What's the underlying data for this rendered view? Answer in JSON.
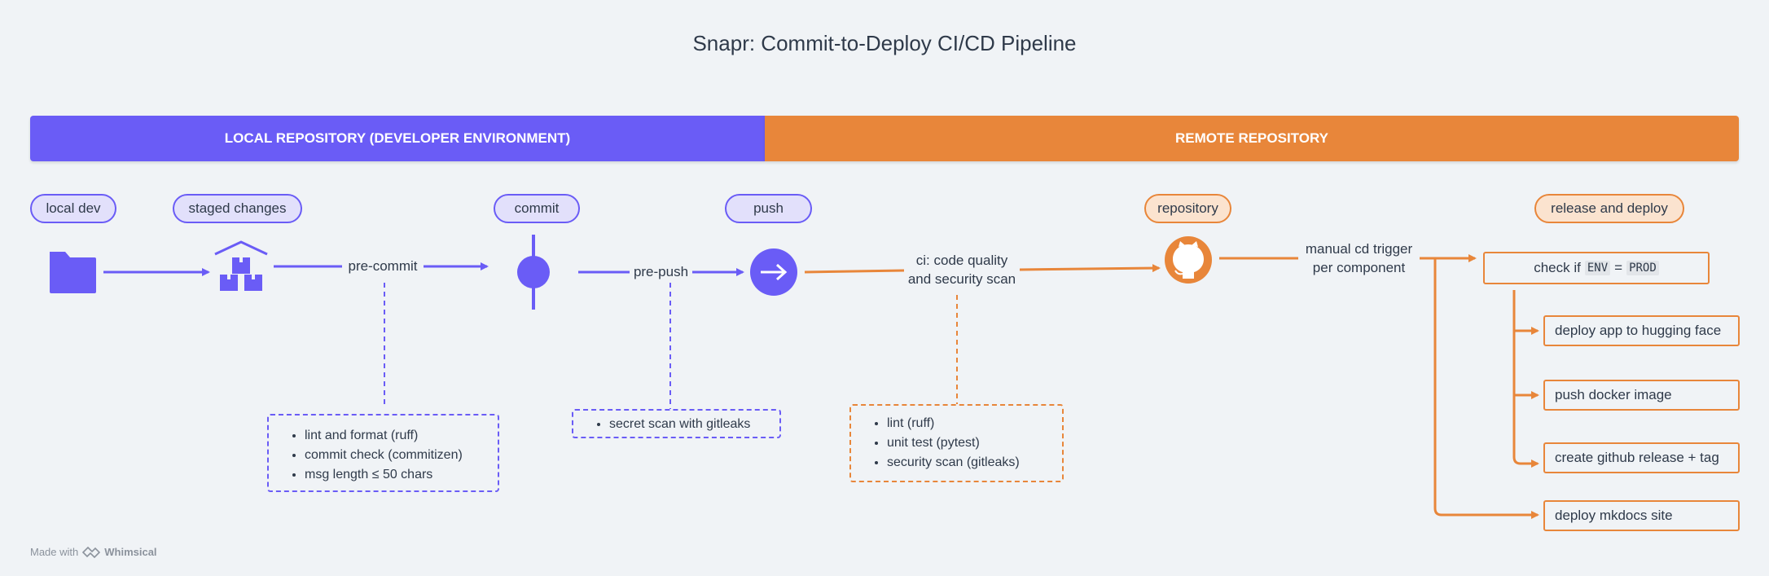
{
  "title": "Snapr: Commit-to-Deploy CI/CD Pipeline",
  "bands": {
    "local": "LOCAL REPOSITORY (DEVELOPER ENVIRONMENT)",
    "remote": "REMOTE REPOSITORY"
  },
  "stages": {
    "local_dev": "local dev",
    "staged": "staged changes",
    "commit": "commit",
    "push": "push",
    "repository": "repository",
    "release": "release and deploy"
  },
  "edges": {
    "pre_commit": "pre-commit",
    "pre_push": "pre-push",
    "ci_line1": "ci: code quality",
    "ci_line2": "and security scan",
    "cd_line1": "manual cd trigger",
    "cd_line2": "per component"
  },
  "notes": {
    "pre_commit": [
      "lint and format (ruff)",
      "commit check (commitizen)",
      "msg length ≤ 50 chars"
    ],
    "pre_push": [
      "secret scan with gitleaks"
    ],
    "ci": [
      "lint (ruff)",
      "unit test (pytest)",
      "security scan (gitleaks)"
    ]
  },
  "check": {
    "prefix": "check if",
    "env": "ENV",
    "eq": "=",
    "prod": "PROD"
  },
  "deploy": {
    "hf": "deploy app to hugging face",
    "docker": "push docker image",
    "release": "create github release + tag",
    "mkdocs": "deploy mkdocs site"
  },
  "footer": {
    "made_with": "Made with",
    "brand": "Whimsical"
  },
  "colors": {
    "purple": "#6a5cf6",
    "orange": "#e8863a"
  },
  "icons": [
    "folder-icon",
    "staged-boxes-icon",
    "commit-icon",
    "push-arrow-icon",
    "github-icon",
    "whimsical-logo-icon"
  ]
}
